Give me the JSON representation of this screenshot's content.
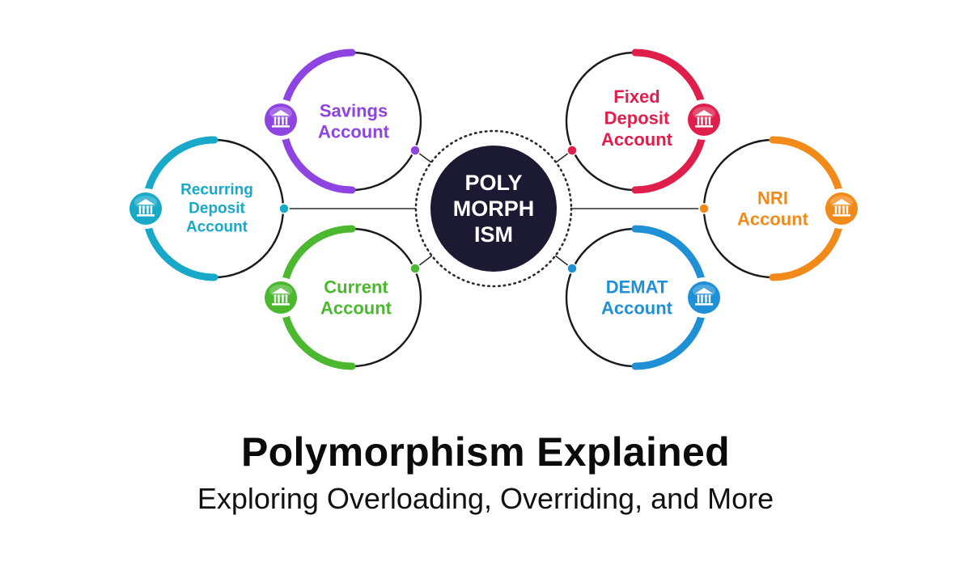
{
  "center": {
    "lines": [
      "POLY",
      "MORPH",
      "ISM"
    ],
    "color": "#1c1a33"
  },
  "nodes": [
    {
      "id": "savings",
      "lines": [
        "Savings",
        "Account"
      ],
      "color": "#8e44e0",
      "icon": "bank-icon"
    },
    {
      "id": "recurring-deposit",
      "lines": [
        "Recurring",
        "Deposit",
        "Account"
      ],
      "color": "#18a9c9",
      "icon": "bank-icon"
    },
    {
      "id": "current",
      "lines": [
        "Current",
        "Account"
      ],
      "color": "#4cb82f",
      "icon": "bank-icon"
    },
    {
      "id": "fixed-deposit",
      "lines": [
        "Fixed",
        "Deposit",
        "Account"
      ],
      "color": "#e01e4b",
      "icon": "bank-icon"
    },
    {
      "id": "nri",
      "lines": [
        "NRI",
        "Account"
      ],
      "color": "#f28a1a",
      "icon": "bank-icon"
    },
    {
      "id": "demat",
      "lines": [
        "DEMAT",
        "Account"
      ],
      "color": "#1f8fd6",
      "icon": "bank-icon"
    }
  ],
  "title": "Polymorphism Explained",
  "subtitle": "Exploring Overloading, Overriding, and More"
}
